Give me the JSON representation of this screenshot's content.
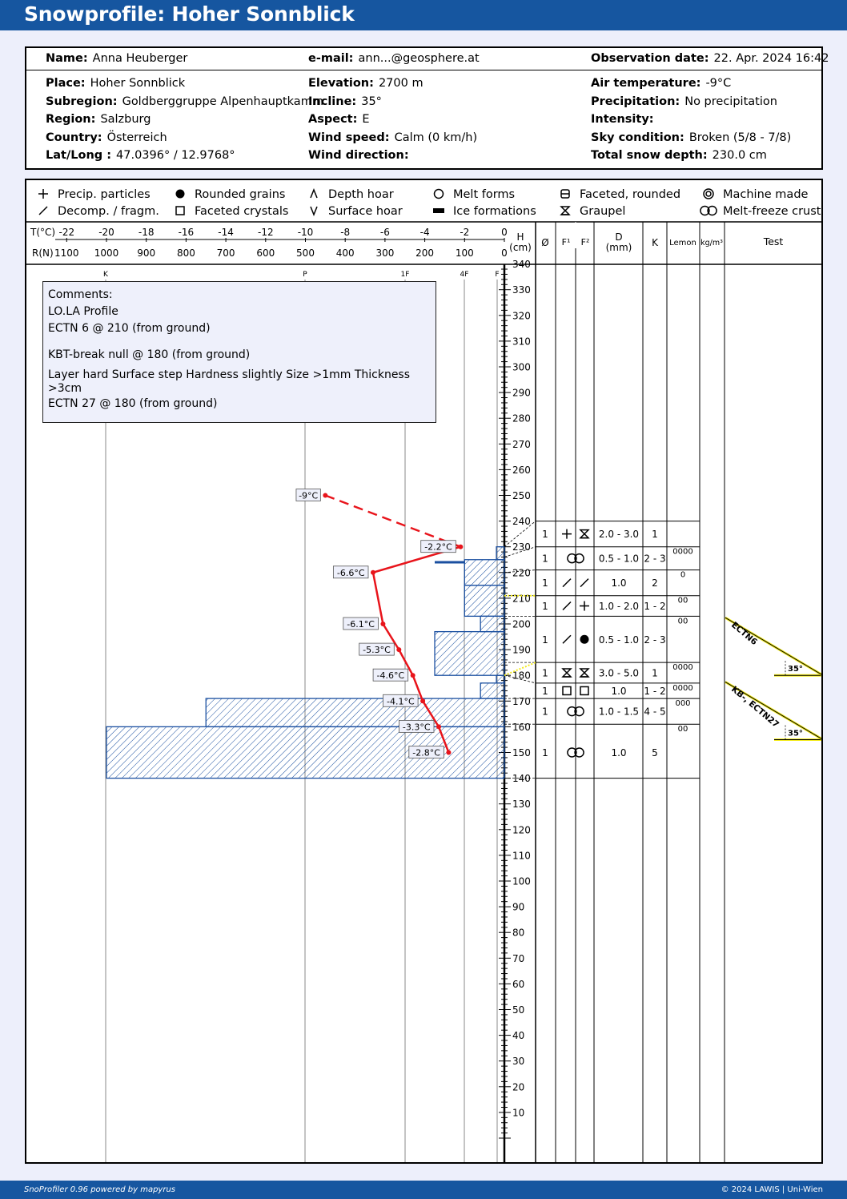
{
  "title": "Snowprofile: Hoher Sonnblick",
  "header": {
    "name_label": "Name:",
    "name": "Anna Heuberger",
    "email_label": "e-mail:",
    "email": "ann...@geosphere.at",
    "obs_label": "Observation date:",
    "obs": "22. Apr. 2024 16:42",
    "place_label": "Place:",
    "place": "Hoher Sonnblick",
    "subregion_label": "Subregion:",
    "subregion": "Goldberggruppe Alpenhauptkamm",
    "region_label": "Region:",
    "region": "Salzburg",
    "country_label": "Country:",
    "country": "Österreich",
    "latlong_label": "Lat/Long :",
    "latlong": "47.0396° / 12.9768°",
    "elev_label": "Elevation:",
    "elev": "2700 m",
    "incline_label": "Incline:",
    "incline": "35°",
    "aspect_label": "Aspect:",
    "aspect": "E",
    "windspeed_label": "Wind speed:",
    "windspeed": "Calm (0 km/h)",
    "winddir_label": "Wind direction:",
    "winddir": "",
    "airtemp_label": "Air temperature:",
    "airtemp": "-9°C",
    "precip_label": "Precipitation:",
    "precip": "No precipitation",
    "intensity_label": "Intensity:",
    "intensity": "",
    "sky_label": "Sky condition:",
    "sky": "Broken (5/8 - 7/8)",
    "depth_label": "Total snow depth:",
    "depth": "230.0 cm"
  },
  "legend": [
    {
      "icon": "precip",
      "label": "Precip. particles"
    },
    {
      "icon": "decomp",
      "label": "Decomp. / fragm."
    },
    {
      "icon": "rounded",
      "label": "Rounded grains"
    },
    {
      "icon": "faceted",
      "label": "Faceted crystals"
    },
    {
      "icon": "depthhoar",
      "label": "Depth hoar"
    },
    {
      "icon": "surfacehoar",
      "label": "Surface hoar"
    },
    {
      "icon": "melt",
      "label": "Melt forms"
    },
    {
      "icon": "ice",
      "label": "Ice formations"
    },
    {
      "icon": "facetrounded",
      "label": "Faceted, rounded"
    },
    {
      "icon": "graupel",
      "label": "Graupel"
    },
    {
      "icon": "machine",
      "label": "Machine made"
    },
    {
      "icon": "meltfreeze",
      "label": "Melt-freeze crust"
    }
  ],
  "axis": {
    "t_label": "T(°C)",
    "r_label": "R(N)",
    "t_ticks": [
      "-22",
      "-20",
      "-18",
      "-16",
      "-14",
      "-12",
      "-10",
      "-8",
      "-6",
      "-4",
      "-2",
      "0"
    ],
    "r_ticks": [
      "1100",
      "1000",
      "900",
      "800",
      "700",
      "600",
      "500",
      "400",
      "300",
      "200",
      "100",
      "0"
    ],
    "hardness_ticks": [
      "K",
      "P",
      "1F",
      "4F",
      "F"
    ],
    "h_label_1": "H",
    "h_label_2": "(cm)",
    "height_ticks": [
      "340",
      "330",
      "320",
      "310",
      "300",
      "290",
      "280",
      "270",
      "260",
      "250",
      "240",
      "230",
      "220",
      "210",
      "200",
      "190",
      "180",
      "170",
      "160",
      "150",
      "140",
      "130",
      "120",
      "110",
      "100",
      "90",
      "80",
      "70",
      "60",
      "50",
      "40",
      "30",
      "20",
      "10"
    ]
  },
  "columns": {
    "wet": "Ø",
    "f1": "F¹",
    "f2": "F²",
    "d1": "D",
    "d2": "(mm)",
    "k": "K",
    "lemon": "Lemon",
    "density": "kg/m³",
    "test": "Test"
  },
  "comments": {
    "heading": "Comments:",
    "line1": "LO.LA Profile",
    "line2": "ECTN 6 @ 210 (from ground)",
    "line3": "KBT-break null @ 180 (from ground)",
    "line4": "Layer hard Surface step Hardness slightly Size >1mm Thickness",
    "line5": ">3cm",
    "line6": "ECTN 27 @ 180 (from ground)"
  },
  "chart_data": {
    "type": "snow_profile",
    "temperature_profile": [
      {
        "height_cm": 250,
        "temp_c": -9,
        "label": "-9°C"
      },
      {
        "height_cm": 230,
        "temp_c": -2.2,
        "label": "-2.2°C"
      },
      {
        "height_cm": 220,
        "temp_c": -6.6,
        "label": "-6.6°C"
      },
      {
        "height_cm": 200,
        "temp_c": -6.1,
        "label": "-6.1°C"
      },
      {
        "height_cm": 190,
        "temp_c": -5.3,
        "label": "-5.3°C"
      },
      {
        "height_cm": 180,
        "temp_c": -4.6,
        "label": "-4.6°C"
      },
      {
        "height_cm": 170,
        "temp_c": -4.1,
        "label": "-4.1°C"
      },
      {
        "height_cm": 160,
        "temp_c": -3.3,
        "label": "-3.3°C"
      },
      {
        "height_cm": 150,
        "temp_c": -2.8,
        "label": "-2.8°C"
      }
    ],
    "hardness_profile": [
      {
        "bottom_cm": 140,
        "top_cm": 160,
        "force_n": 1000
      },
      {
        "bottom_cm": 160,
        "top_cm": 171,
        "force_n": 750
      },
      {
        "bottom_cm": 171,
        "top_cm": 177,
        "force_n": 60
      },
      {
        "bottom_cm": 177,
        "top_cm": 180,
        "force_n": 20
      },
      {
        "bottom_cm": 180,
        "top_cm": 197,
        "force_n": 175
      },
      {
        "bottom_cm": 197,
        "top_cm": 203,
        "force_n": 60
      },
      {
        "bottom_cm": 203,
        "top_cm": 215,
        "force_n": 100
      },
      {
        "bottom_cm": 215,
        "top_cm": 225,
        "force_n": 100
      },
      {
        "bottom_cm": 225,
        "top_cm": 230,
        "force_n": 20
      }
    ],
    "ice_layer_height_cm": 224,
    "layers": [
      {
        "wet": "1",
        "f1": "precip",
        "f2": "graupel",
        "d": "2.0 - 3.0",
        "k": "1",
        "lemon": ""
      },
      {
        "wet": "1",
        "f1": "meltfreeze",
        "f2": "",
        "d": "0.5 - 1.0",
        "k": "2 - 3",
        "lemon": "0000"
      },
      {
        "wet": "1",
        "f1": "decomp",
        "f2": "decomp",
        "d": "1.0",
        "k": "2",
        "lemon": "0"
      },
      {
        "wet": "1",
        "f1": "decomp",
        "f2": "precip",
        "d": "1.0 - 2.0",
        "k": "1 - 2",
        "lemon": "00"
      },
      {
        "wet": "1",
        "f1": "decomp",
        "f2": "rounded",
        "d": "0.5 - 1.0",
        "k": "2 - 3",
        "lemon": "00"
      },
      {
        "wet": "1",
        "f1": "graupel",
        "f2": "graupel",
        "d": "3.0 - 5.0",
        "k": "1",
        "lemon": "0000"
      },
      {
        "wet": "1",
        "f1": "faceted",
        "f2": "faceted",
        "d": "1.0",
        "k": "1 - 2",
        "lemon": "0000"
      },
      {
        "wet": "1",
        "f1": "meltfreeze",
        "f2": "",
        "d": "1.0 - 1.5",
        "k": "4 - 5",
        "lemon": "000"
      },
      {
        "wet": "1",
        "f1": "meltfreeze",
        "f2": "",
        "d": "1.0",
        "k": "5",
        "lemon": "00"
      }
    ],
    "tests": [
      {
        "name": "ECTN6",
        "height_cm": 180,
        "angle": "35°"
      },
      {
        "name": "KB-, ECTN27",
        "height_cm": 155,
        "angle": "35°"
      }
    ],
    "colors": {
      "temperature": "#e8141b",
      "hardness": "#1a4fa0",
      "highlight": "#f2ea1c"
    }
  },
  "footer": {
    "left": "SnoProfiler 0.96 powered by mapyrus",
    "right": "© 2024 LAWIS | Uni-Wien"
  }
}
